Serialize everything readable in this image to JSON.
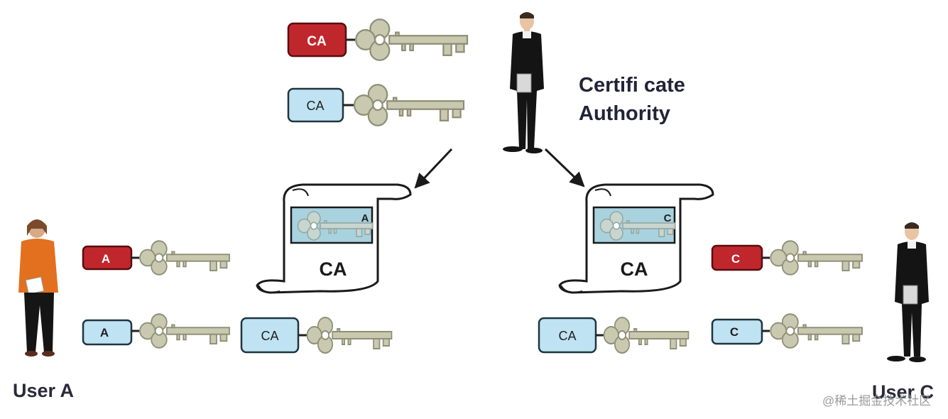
{
  "ca": {
    "title_line1": "Certifi cate",
    "title_line2": "Authority",
    "private_tag": "CA",
    "public_tag": "CA"
  },
  "user_a": {
    "label": "User A",
    "private_tag": "A",
    "public_tag": "A"
  },
  "user_c": {
    "label": "User C",
    "private_tag": "C",
    "public_tag": "C"
  },
  "cert_a": {
    "name": "CA",
    "subject": "A",
    "bundled_key_tag": "CA"
  },
  "cert_c": {
    "name": "CA",
    "subject": "C",
    "bundled_key_tag": "CA"
  },
  "watermark": "@稀土掘金技术社区",
  "colors": {
    "private_key_tag": "#c0272d",
    "public_key_tag": "#bfe3f2",
    "key": "#c9c9b0",
    "key_stroke": "#8f8f78",
    "cert_window": "#a9d2df"
  }
}
